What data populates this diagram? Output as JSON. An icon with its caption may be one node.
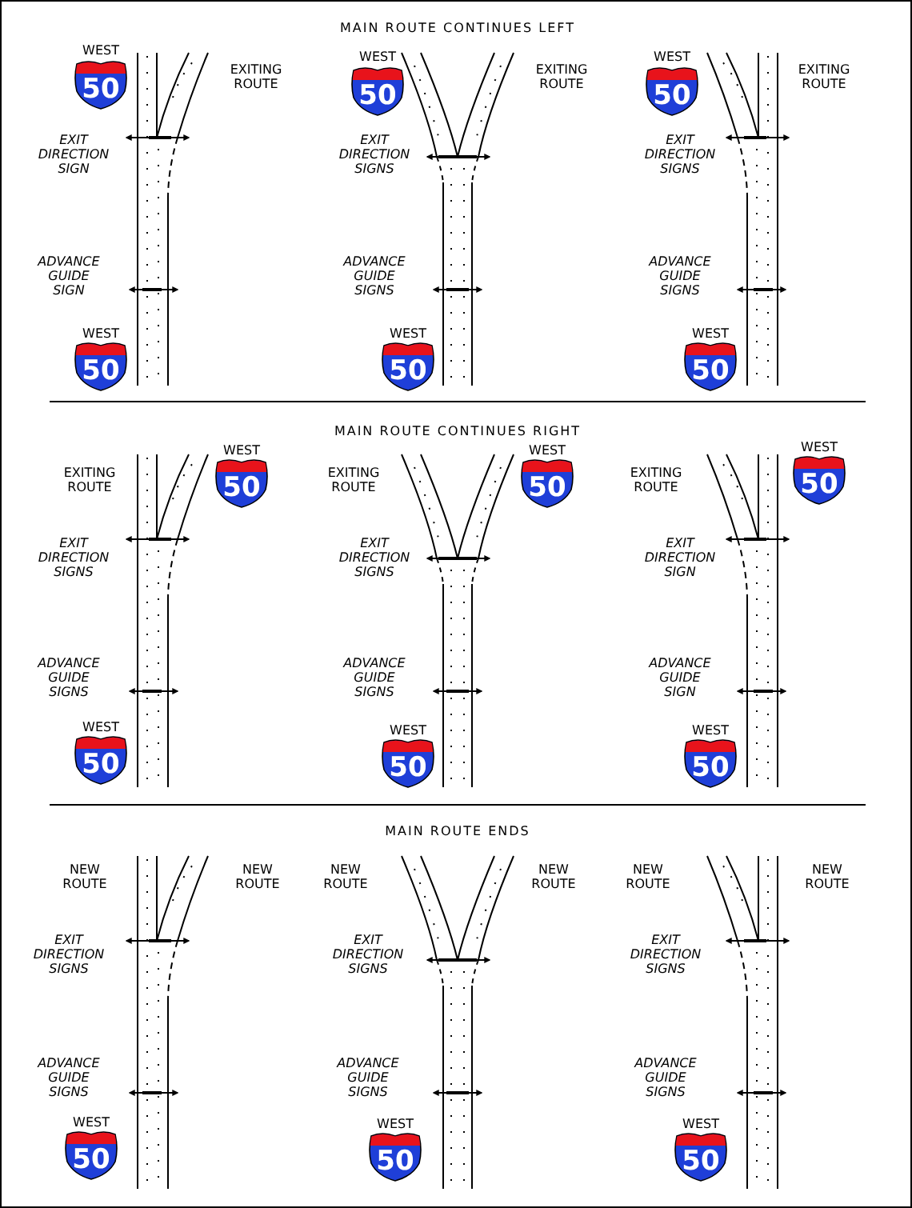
{
  "diagram": {
    "labels": [
      "MAIN ROUTE CONTINUES LEFT",
      "WEST",
      "50",
      "EXITING ROUTE",
      "WEST",
      "50",
      "EXITING ROUTE",
      "WEST",
      "50",
      "EXITING ROUTE",
      "EXIT DIRECTION SIGN",
      "EXIT DIRECTION SIGNS",
      "EXIT DIRECTION SIGNS",
      "ADVANCE GUIDE SIGN",
      "ADVANCE GUIDE SIGNS",
      "ADVANCE GUIDE SIGNS",
      "WEST",
      "50",
      "WEST",
      "50",
      "WEST",
      "50",
      "MAIN ROUTE CONTINUES RIGHT",
      "EXITING ROUTE",
      "WEST",
      "50",
      "EXITING ROUTE",
      "WEST",
      "50",
      "EXITING ROUTE",
      "WEST",
      "50",
      "EXIT DIRECTION SIGNS",
      "EXIT DIRECTION SIGNS",
      "EXIT DIRECTION SIGN",
      "ADVANCE GUIDE SIGNS",
      "ADVANCE GUIDE SIGNS",
      "ADVANCE GUIDE SIGN",
      "WEST",
      "50",
      "WEST",
      "50",
      "WEST",
      "50",
      "MAIN ROUTE ENDS",
      "NEW ROUTE",
      "NEW ROUTE",
      "NEW ROUTE",
      "NEW ROUTE",
      "NEW ROUTE",
      "NEW ROUTE",
      "EXIT DIRECTION SIGNS",
      "EXIT DIRECTION SIGNS",
      "EXIT DIRECTION SIGNS",
      "ADVANCE GUIDE SIGNS",
      "ADVANCE GUIDE SIGNS",
      "ADVANCE GUIDE SIGNS",
      "WEST",
      "50",
      "WEST",
      "50",
      "WEST",
      "50"
    ]
  }
}
